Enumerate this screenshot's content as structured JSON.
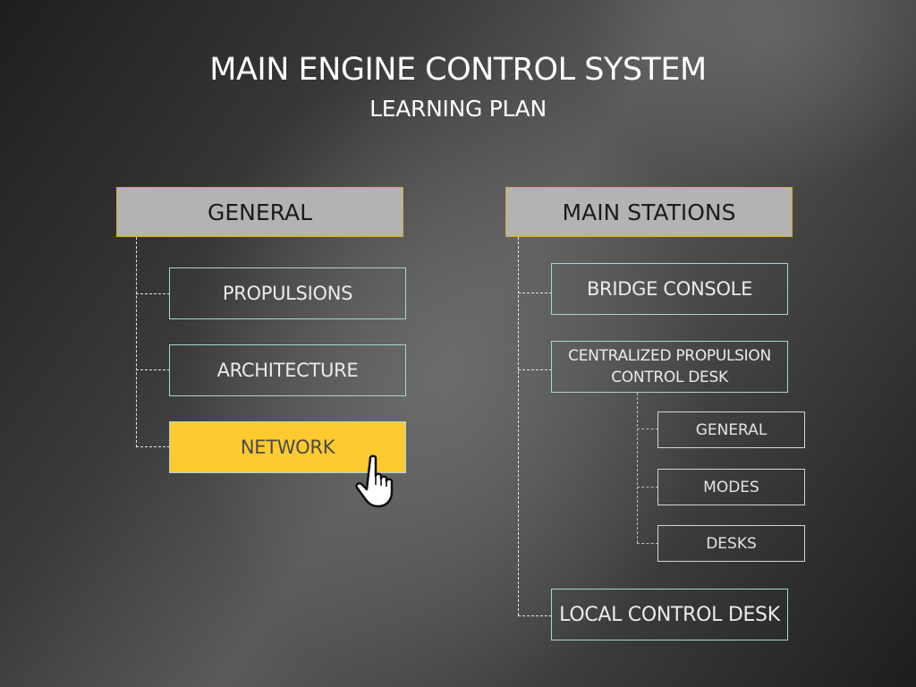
{
  "header": {
    "title": "MAIN ENGINE CONTROL SYSTEM",
    "subtitle": "LEARNING PLAN"
  },
  "general": {
    "label": "GENERAL",
    "items": [
      {
        "label": "PROPULSIONS",
        "active": false
      },
      {
        "label": "ARCHITECTURE",
        "active": false
      },
      {
        "label": "NETWORK",
        "active": true
      }
    ]
  },
  "main_stations": {
    "label": "MAIN STATIONS",
    "items": [
      {
        "label": "BRIDGE CONSOLE"
      },
      {
        "label_line1": "CENTRALIZED PROPULSION",
        "label_line2": "CONTROL DESK",
        "children": [
          {
            "label": "GENERAL"
          },
          {
            "label": "MODES"
          },
          {
            "label": "DESKS"
          }
        ]
      },
      {
        "label": "LOCAL CONTROL DESK"
      }
    ]
  },
  "colors": {
    "header_fill": "#b3b3b3",
    "header_border": "#d9a92a",
    "item_border": "#a7d6d6",
    "active_fill": "#fdca30"
  },
  "cursor": {
    "icon": "hand-pointer-icon"
  }
}
